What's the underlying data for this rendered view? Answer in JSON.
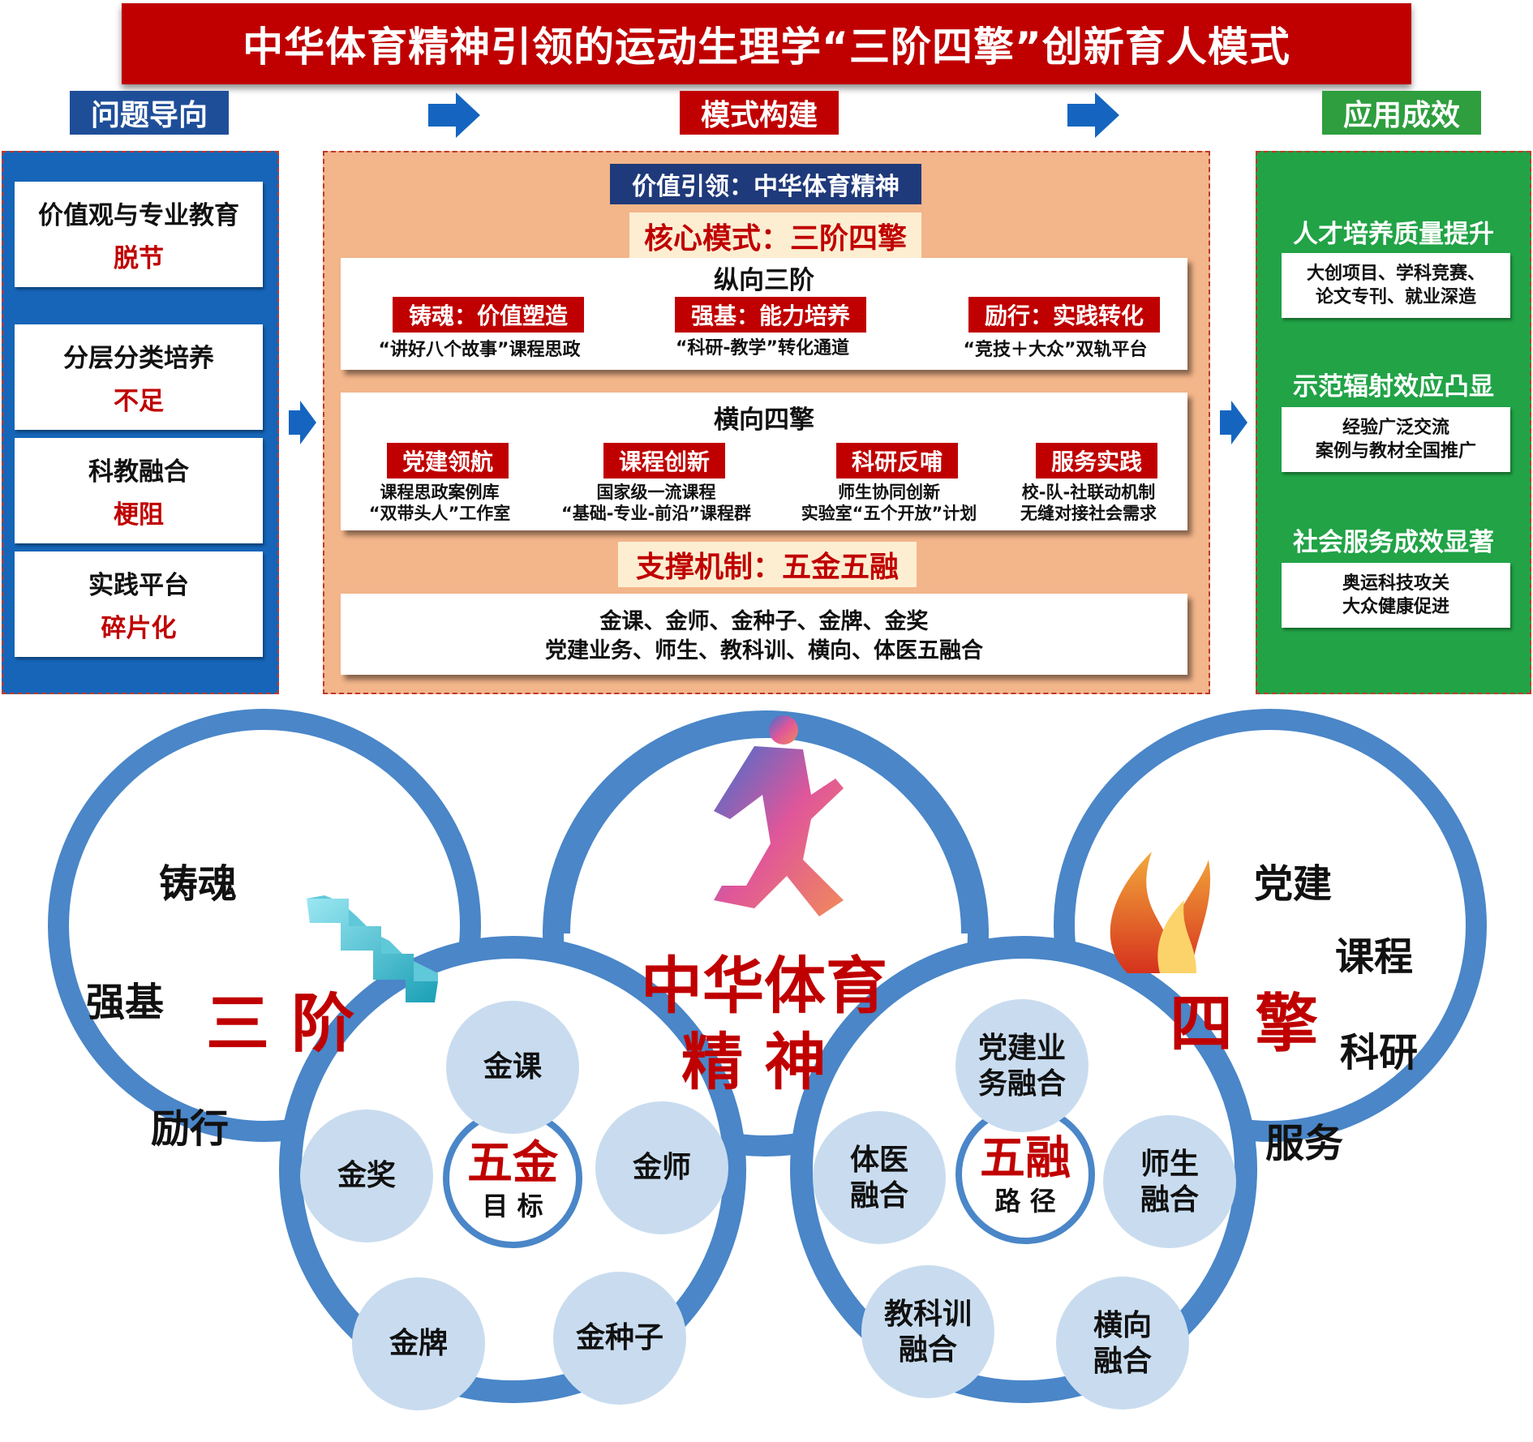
{
  "title": "中华体育精神引领的运动生理学“三阶四擎”创新育人模式",
  "headers": {
    "problem": "问题导向",
    "model": "模式构建",
    "result": "应用成效"
  },
  "problems": [
    {
      "line1": "价值观与专业教育",
      "line2": "脱节"
    },
    {
      "line1": "分层分类培养",
      "line2": "不足"
    },
    {
      "line1": "科教融合",
      "line2": "梗阻"
    },
    {
      "line1": "实践平台",
      "line2": "碎片化"
    }
  ],
  "model": {
    "value_lead": "价值引领：中华体育精神",
    "core_model": "核心模式：三阶四擎",
    "vertical": {
      "title": "纵向三阶",
      "items": [
        {
          "tag": "铸魂：价值塑造",
          "desc": "“讲好八个故事”课程思政"
        },
        {
          "tag": "强基：能力培养",
          "desc": "“科研-教学”转化通道"
        },
        {
          "tag": "励行：实践转化",
          "desc": "“竞技＋大众”双轨平台"
        }
      ]
    },
    "horizontal": {
      "title": "横向四擎",
      "items": [
        {
          "tag": "党建领航",
          "line1": "课程思政案例库",
          "line2": "“双带头人”工作室"
        },
        {
          "tag": "课程创新",
          "line1": "国家级一流课程",
          "line2": "“基础-专业-前沿”课程群"
        },
        {
          "tag": "科研反哺",
          "line1": "师生协同创新",
          "line2": "实验室“五个开放”计划"
        },
        {
          "tag": "服务实践",
          "line1": "校-队-社联动机制",
          "line2": "无缝对接社会需求"
        }
      ]
    },
    "support_mechanism": "支撑机制：五金五融",
    "support_line1": "金课、金师、金种子、金牌、金奖",
    "support_line2": "党建业务、师生、教科训、横向、体医五融合"
  },
  "results": [
    {
      "title": "人才培养质量提升",
      "line1": "大创项目、学科竞赛、",
      "line2": "论文专刊、就业深造"
    },
    {
      "title": "示范辐射效应凸显",
      "line1": "经验广泛交流",
      "line2": "案例与教材全国推广"
    },
    {
      "title": "社会服务成效显著",
      "line1": "奥运科技攻关",
      "line2": "大众健康促进"
    }
  ],
  "diagram": {
    "left_ring": {
      "items": [
        "铸魂",
        "强基",
        "励行"
      ],
      "label": "三 阶",
      "icon": "stairs-icon"
    },
    "center_ring": {
      "line1": "中华体育",
      "line2": "精  神",
      "icon": "runner-icon"
    },
    "right_ring": {
      "items": [
        "党建",
        "课程",
        "科研",
        "服务"
      ],
      "label": "四 擎",
      "icon": "flame-icon"
    },
    "wujin": {
      "title": "五金",
      "subtitle": "目 标",
      "nodes": [
        "金课",
        "金师",
        "金种子",
        "金牌",
        "金奖"
      ]
    },
    "wurong": {
      "title": "五融",
      "subtitle": "路 径",
      "nodes": [
        {
          "line1": "党建业",
          "line2": "务融合"
        },
        {
          "line1": "师生",
          "line2": "融合"
        },
        {
          "line1": "横向",
          "line2": "融合"
        },
        {
          "line1": "教科训",
          "line2": "融合"
        },
        {
          "line1": "体医",
          "line2": "融合"
        }
      ]
    }
  },
  "colors": {
    "banner_red": "#c00000",
    "problem_blue": "#1665b8",
    "model_orange": "#f3b58a",
    "result_green": "#21a346",
    "ring_blue": "#4a86c8",
    "node_fill": "#c9dcef"
  }
}
